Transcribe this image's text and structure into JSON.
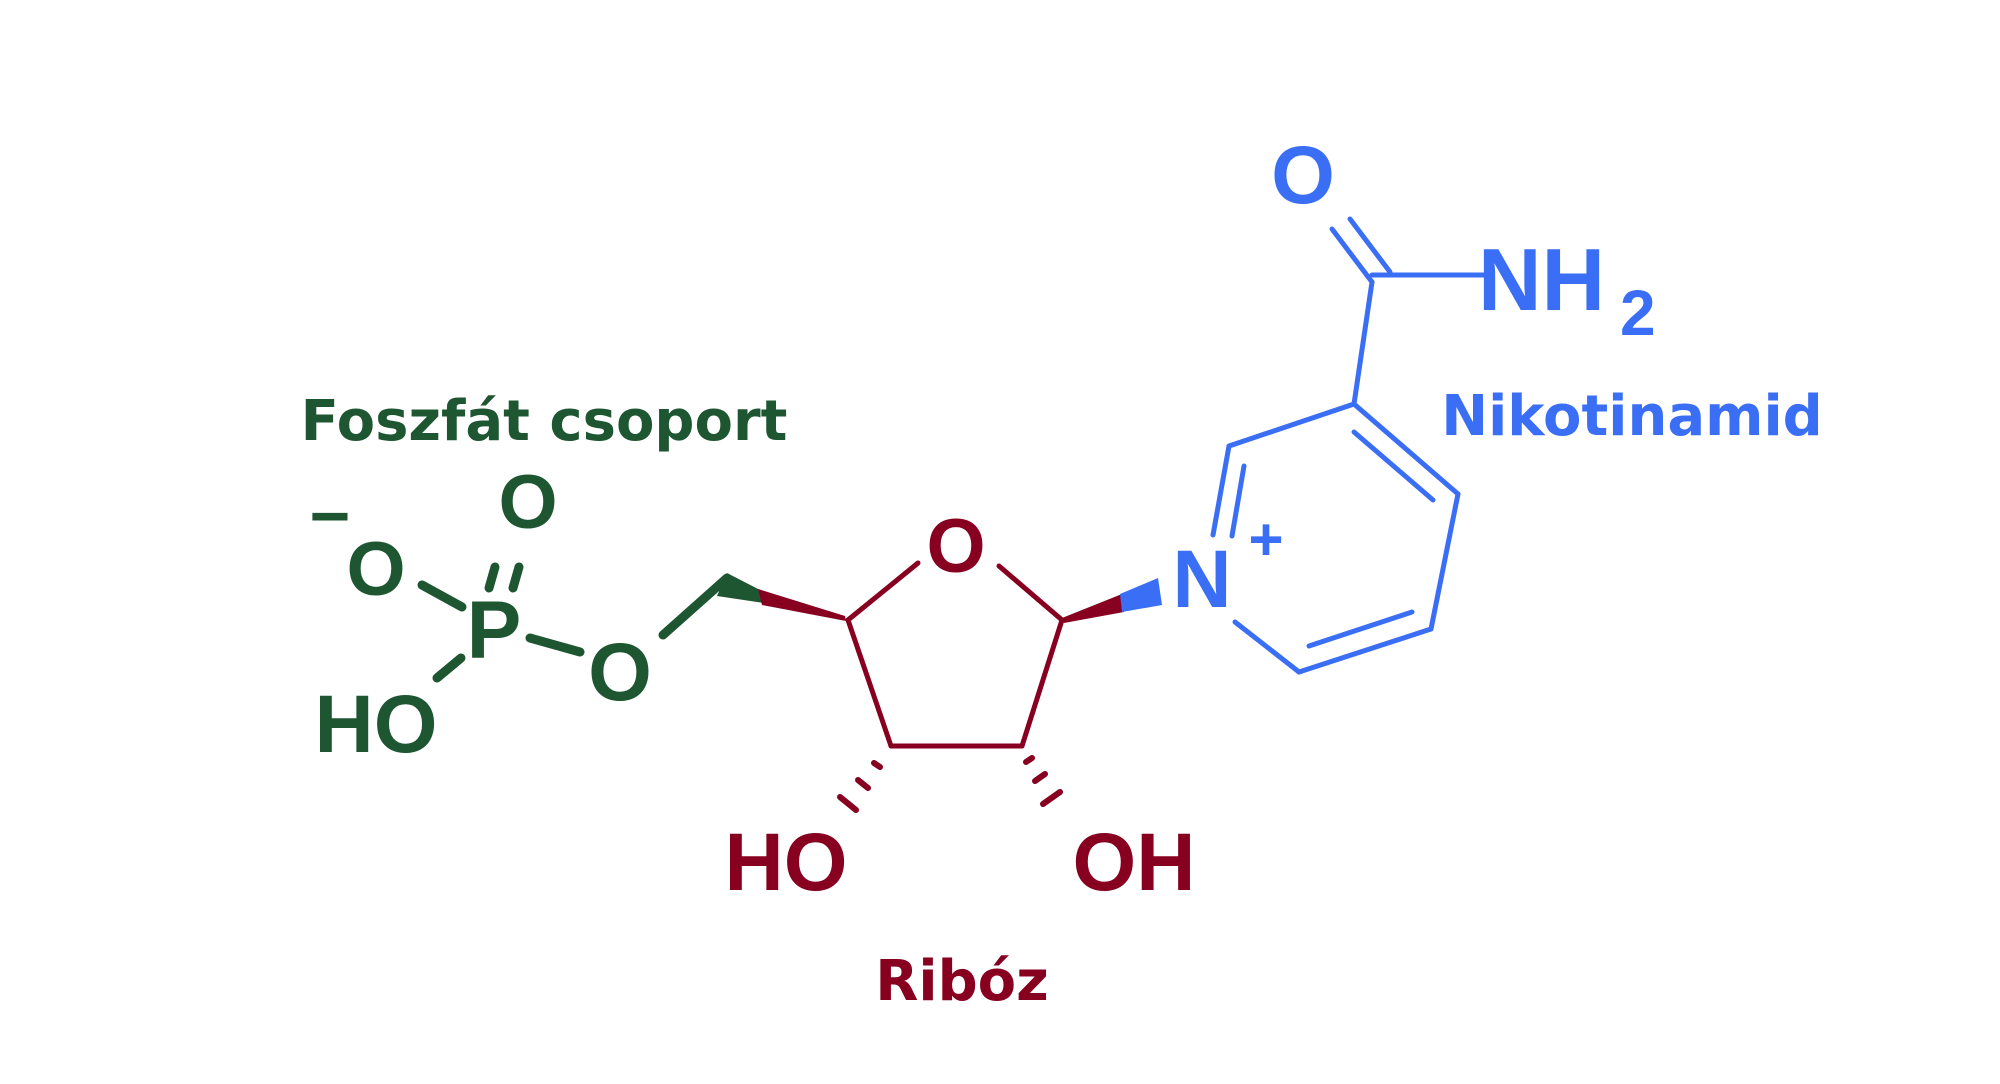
{
  "groups": {
    "phosphate": {
      "caption": "Foszfát csoport",
      "color": "#1e5631",
      "atoms": {
        "oxygen_top": "O",
        "oxygen_anion": "O",
        "anion_charge": "−",
        "phosphorus": "P",
        "hydroxyl": "HO",
        "bridge_oxygen": "O"
      }
    },
    "ribose": {
      "caption": "Ribóz",
      "color": "#880020",
      "atoms": {
        "ring_oxygen": "O",
        "hydroxyl_left": "HO",
        "hydroxyl_right": "OH"
      }
    },
    "nicotinamide": {
      "caption": "Nikotinamid",
      "color": "#3a6ef5",
      "atoms": {
        "ring_nitrogen": "N",
        "nitrogen_charge": "+",
        "carbonyl_oxygen": "O",
        "amine": "NH",
        "amine_subscript": "2"
      }
    }
  }
}
